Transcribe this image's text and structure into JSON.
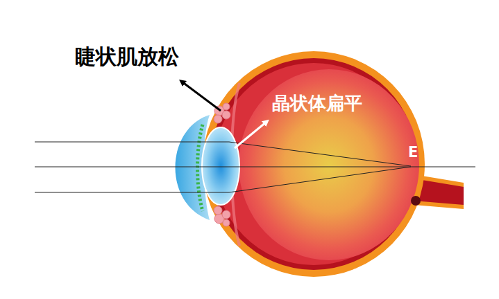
{
  "diagram": {
    "labels": [
      "睫状肌放松",
      "晶状体扁平",
      "E"
    ]
  }
}
